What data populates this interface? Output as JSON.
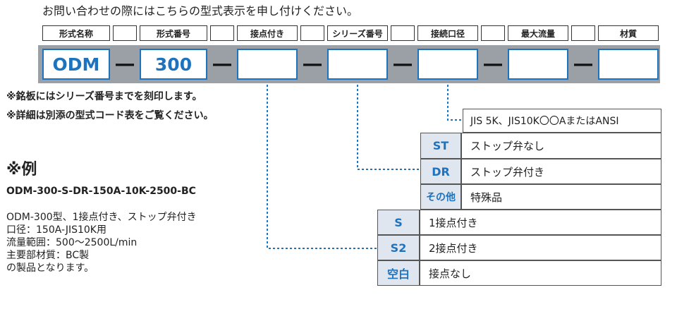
{
  "intro_text": "お問い合わせの際にはこちらの型式表示を申し付けください。",
  "headers": [
    "形式名称",
    "形式番号",
    "接点付き",
    "シリーズ番号",
    "接続口径",
    "最大流量",
    "材質"
  ],
  "fields": [
    "ODM",
    "300",
    "",
    "",
    "",
    "",
    ""
  ],
  "separator": "―",
  "notes": [
    "※銘板にはシリーズ番号までを刻印します。",
    "※詳細は別添の型式コード表をご覧ください。"
  ],
  "example": {
    "title": "※例",
    "code": "ODM-300-S-DR-150A-10K-2500-BC",
    "lines": [
      "ODM-300型、1接点付き、ストップ弁付き",
      "口径：150A-JIS10K用",
      "流量範囲：500～2500L/min",
      "主要部材質：BC製",
      "の製品となります。"
    ]
  },
  "connection_standard": "JIS 5K、JIS10K〇〇AまたはANSI",
  "series_options": [
    {
      "code": "ST",
      "label": "ストップ弁なし"
    },
    {
      "code": "DR",
      "label": "ストップ弁付き"
    },
    {
      "code": "その他",
      "label": "特殊品"
    }
  ],
  "contact_options": [
    {
      "code": "S",
      "label": "1接点付き"
    },
    {
      "code": "S2",
      "label": "2接点付き"
    },
    {
      "code": "空白",
      "label": "接点なし"
    }
  ],
  "colors": {
    "accent": "#1e73be",
    "code_bg": "#dfe6ef",
    "band": "#9aa0a6"
  }
}
